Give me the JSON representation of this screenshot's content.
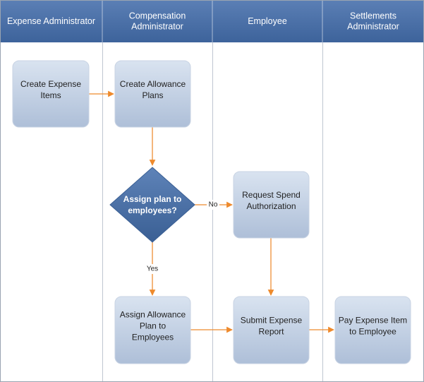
{
  "lanes": [
    {
      "id": "expense-admin",
      "title": [
        "Expense Administrator"
      ]
    },
    {
      "id": "comp-admin",
      "title": [
        "Compensation",
        "Administrator"
      ]
    },
    {
      "id": "employee",
      "title": [
        "Employee"
      ]
    },
    {
      "id": "settlements-admin",
      "title": [
        "Settlements",
        "Administrator"
      ]
    }
  ],
  "nodes": [
    {
      "id": "create-expense-items",
      "kind": "process",
      "lines": [
        "Create Expense",
        "Items"
      ]
    },
    {
      "id": "create-allowance-plans",
      "kind": "process",
      "lines": [
        "Create Allowance",
        "Plans"
      ]
    },
    {
      "id": "assign-plan-decision",
      "kind": "decision",
      "lines": [
        "Assign plan to",
        "employees?"
      ]
    },
    {
      "id": "request-spend-authorization",
      "kind": "process",
      "lines": [
        "Request Spend",
        "Authorization"
      ]
    },
    {
      "id": "assign-allowance-plan",
      "kind": "process",
      "lines": [
        "Assign Allowance",
        "Plan to",
        "Employees"
      ]
    },
    {
      "id": "submit-expense-report",
      "kind": "process",
      "lines": [
        "Submit Expense",
        "Report"
      ]
    },
    {
      "id": "pay-expense-item",
      "kind": "process",
      "lines": [
        "Pay Expense Item",
        "to Employee"
      ]
    }
  ],
  "edges": [
    {
      "from": "create-expense-items",
      "to": "create-allowance-plans",
      "label": ""
    },
    {
      "from": "create-allowance-plans",
      "to": "assign-plan-decision",
      "label": ""
    },
    {
      "from": "assign-plan-decision",
      "to": "request-spend-authorization",
      "label": "No"
    },
    {
      "from": "assign-plan-decision",
      "to": "assign-allowance-plan",
      "label": "Yes"
    },
    {
      "from": "request-spend-authorization",
      "to": "submit-expense-report",
      "label": ""
    },
    {
      "from": "assign-allowance-plan",
      "to": "submit-expense-report",
      "label": ""
    },
    {
      "from": "submit-expense-report",
      "to": "pay-expense-item",
      "label": ""
    }
  ],
  "colors": {
    "header_top": "#5b7fb5",
    "header_bottom": "#3d639b",
    "lane_divider": "#bfc6d1",
    "border": "#9aa4b1",
    "box_top": "#d9e3f0",
    "box_bottom": "#aebfd8",
    "box_stroke": "#c8d3e3",
    "decision_top": "#5e83b8",
    "decision_bottom": "#3a5f94",
    "arrow": "#ee8a2c"
  }
}
